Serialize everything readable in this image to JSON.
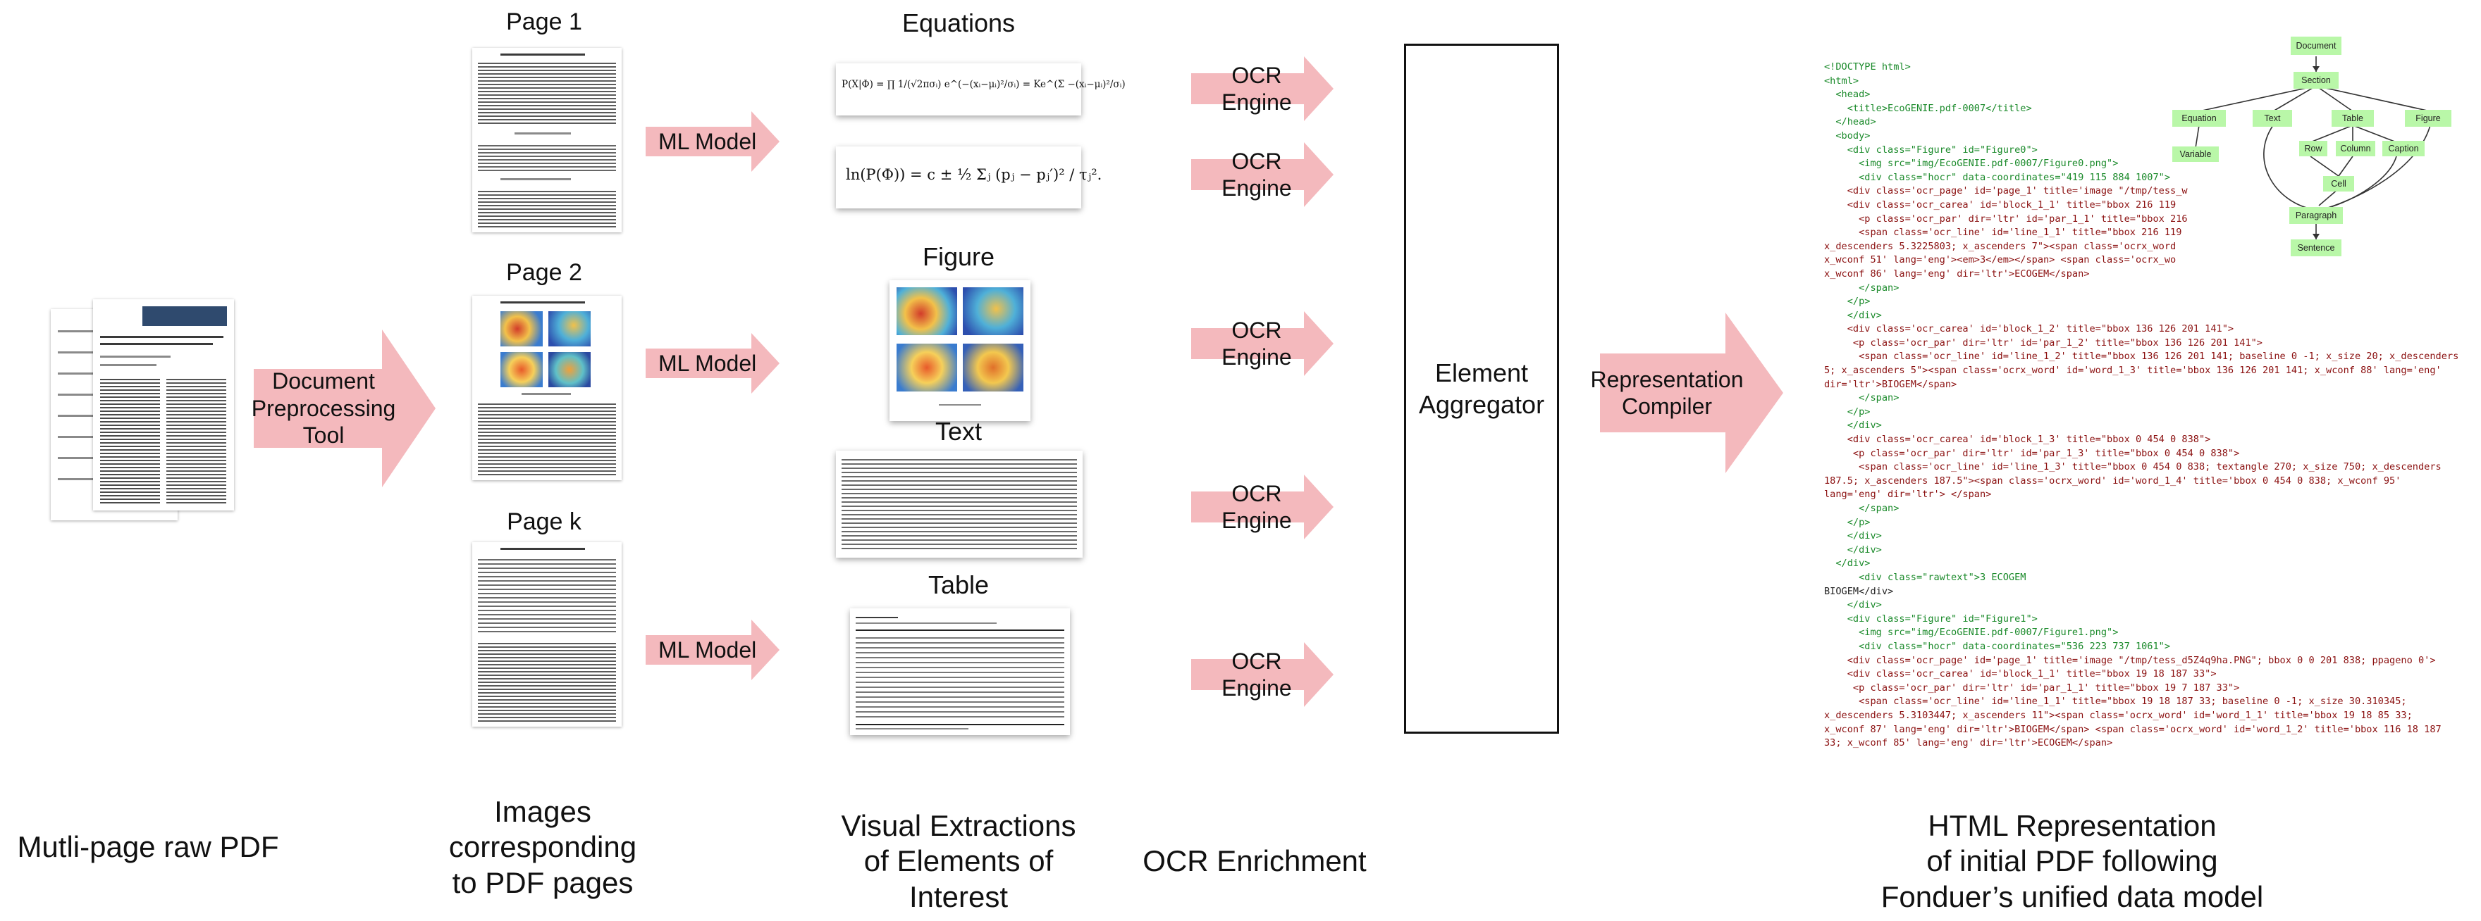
{
  "captions": {
    "pdf": "Mutli-page raw PDF",
    "images": "Images\ncorresponding\nto PDF pages",
    "visual": "Visual Extractions\nof Elements of\nInterest",
    "ocr": "OCR Enrichment",
    "html": "HTML Representation\nof initial PDF following\nFonduer’s unified data model"
  },
  "pages": {
    "page1": "Page 1",
    "page2": "Page 2",
    "pagek": "Page k"
  },
  "arrows": {
    "preprocess": "Document\nPreprocessing\nTool",
    "ml_model": "ML Model",
    "ocr_engine": "OCR Engine",
    "compiler": "Representation\nCompiler"
  },
  "sections": {
    "equations": "Equations",
    "figure": "Figure",
    "text": "Text",
    "table": "Table"
  },
  "equations": {
    "eq1": "P(X|Φ) = ∏ 1/(√2πσᵢ) e^(−(xᵢ−μᵢ)²/σᵢ) = Ke^(Σ −(xᵢ−μᵢ)²/σᵢ)",
    "eq2": "ln(P(Φ)) = c ± ½ Σⱼ (pⱼ − pⱼ′)² / τⱼ²."
  },
  "aggregator": "Element\nAggregator",
  "code_lines": [
    "<!DOCTYPE html>",
    "<html>",
    "  <head>",
    "    <title>EcoGENIE.pdf-0007</title>",
    "  </head>",
    "  <body>",
    "    <div class=\"Figure\" id=\"Figure0\">",
    "      <img src=\"img/EcoGENIE.pdf-0007/Figure0.png\">",
    "      <div class=\"hocr\" data-coordinates=\"419 115 884 1007\">",
    "    <div class='ocr_page' id='page_1' title='image \"/tmp/tess_w",
    "    <div class='ocr_carea' id='block_1_1' title=\"bbox 216 119",
    "      <p class='ocr_par' dir='ltr' id='par_1_1' title=\"bbox 216",
    "      <span class='ocr_line' id='line_1_1' title=\"bbox 216 119",
    "x_descenders 5.3225803; x_ascenders 7\"><span class='ocrx_word",
    "x_wconf 51' lang='eng'><em>3</em></span> <span class='ocrx_wo",
    "x_wconf 86' lang='eng' dir='ltr'>ECOGEM</span>",
    "      </span>",
    "    </p>",
    "    </div>",
    "    <div class='ocr_carea' id='block_1_2' title=\"bbox 136 126 201 141\">",
    "     <p class='ocr_par' dir='ltr' id='par_1_2' title=\"bbox 136 126 201 141\">",
    "      <span class='ocr_line' id='line_1_2' title=\"bbox 136 126 201 141; baseline 0 -1; x_size 20; x_descenders",
    "5; x_ascenders 5\"><span class='ocrx_word' id='word_1_3' title='bbox 136 126 201 141; x_wconf 88' lang='eng'",
    "dir='ltr'>BIOGEM</span>",
    "      </span>",
    "    </p>",
    "    </div>",
    "    <div class='ocr_carea' id='block_1_3' title=\"bbox 0 454 0 838\">",
    "     <p class='ocr_par' dir='ltr' id='par_1_3' title=\"bbox 0 454 0 838\">",
    "      <span class='ocr_line' id='line_1_3' title=\"bbox 0 454 0 838; textangle 270; x_size 750; x_descenders",
    "187.5; x_ascenders 187.5\"><span class='ocrx_word' id='word_1_4' title='bbox 0 454 0 838; x_wconf 95'",
    "lang='eng' dir='ltr'> </span>",
    "      </span>",
    "    </p>",
    "    </div>",
    "    </div>",
    "  </div>",
    "      <div class=\"rawtext\">3 ECOGEM",
    "",
    "BIOGEM</div>",
    "    </div>",
    "    <div class=\"Figure\" id=\"Figure1\">",
    "      <img src=\"img/EcoGENIE.pdf-0007/Figure1.png\">",
    "      <div class=\"hocr\" data-coordinates=\"536 223 737 1061\">",
    "    <div class='ocr_page' id='page_1' title='image \"/tmp/tess_d5Z4q9ha.PNG\"; bbox 0 0 201 838; ppageno 0'>",
    "    <div class='ocr_carea' id='block_1_1' title=\"bbox 19 18 187 33\">",
    "     <p class='ocr_par' dir='ltr' id='par_1_1' title=\"bbox 19 7 187 33\">",
    "      <span class='ocr_line' id='line_1_1' title=\"bbox 19 18 187 33; baseline 0 -1; x_size 30.310345;",
    "x_descenders 5.3103447; x_ascenders 11\"><span class='ocrx_word' id='word_1_1' title='bbox 19 18 85 33;",
    "x_wconf 87' lang='eng' dir='ltr'>BIOGEM</span> <span class='ocrx_word' id='word_1_2' title='bbox 116 18 187",
    "33; x_wconf 85' lang='eng' dir='ltr'>ECOGEM</span>"
  ],
  "tree": {
    "document": "Document",
    "section": "Section",
    "equation": "Equation",
    "text": "Text",
    "table": "Table",
    "figure": "Figure",
    "variable": "Variable",
    "row": "Row",
    "column": "Column",
    "caption": "Caption",
    "cell": "Cell",
    "paragraph": "Paragraph",
    "sentence": "Sentence"
  },
  "colors": {
    "arrow": "#f4b9bd",
    "node": "#b9f7a8",
    "code_tag": "#1a8a2a",
    "code_attr": "#8b1010"
  }
}
